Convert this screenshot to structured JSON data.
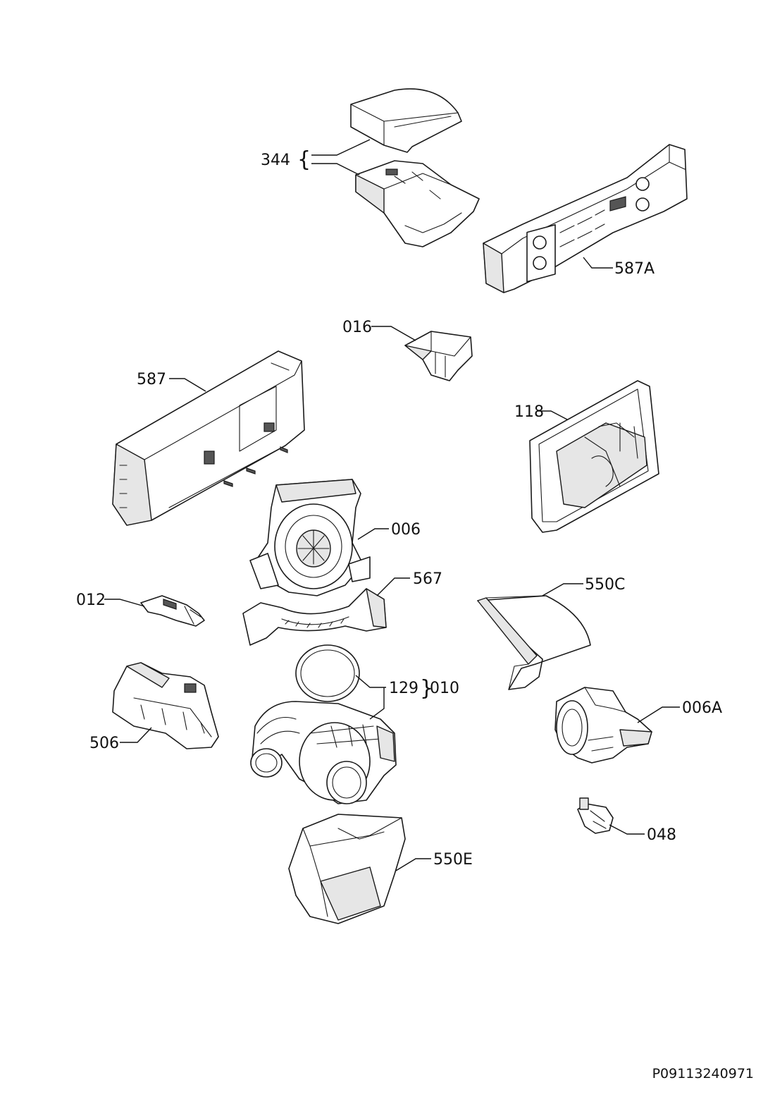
{
  "labels": {
    "p344": "344",
    "p587A": "587A",
    "p016": "016",
    "p587": "587",
    "p118": "118",
    "p006": "006",
    "p567": "567",
    "p012": "012",
    "p550C": "550C",
    "p129": "129",
    "p010": "010",
    "p006A": "006A",
    "p506": "506",
    "p048": "048",
    "p550E": "550E"
  },
  "brace_open": "{",
  "brace_close": "}",
  "document_code": "P09113240971"
}
